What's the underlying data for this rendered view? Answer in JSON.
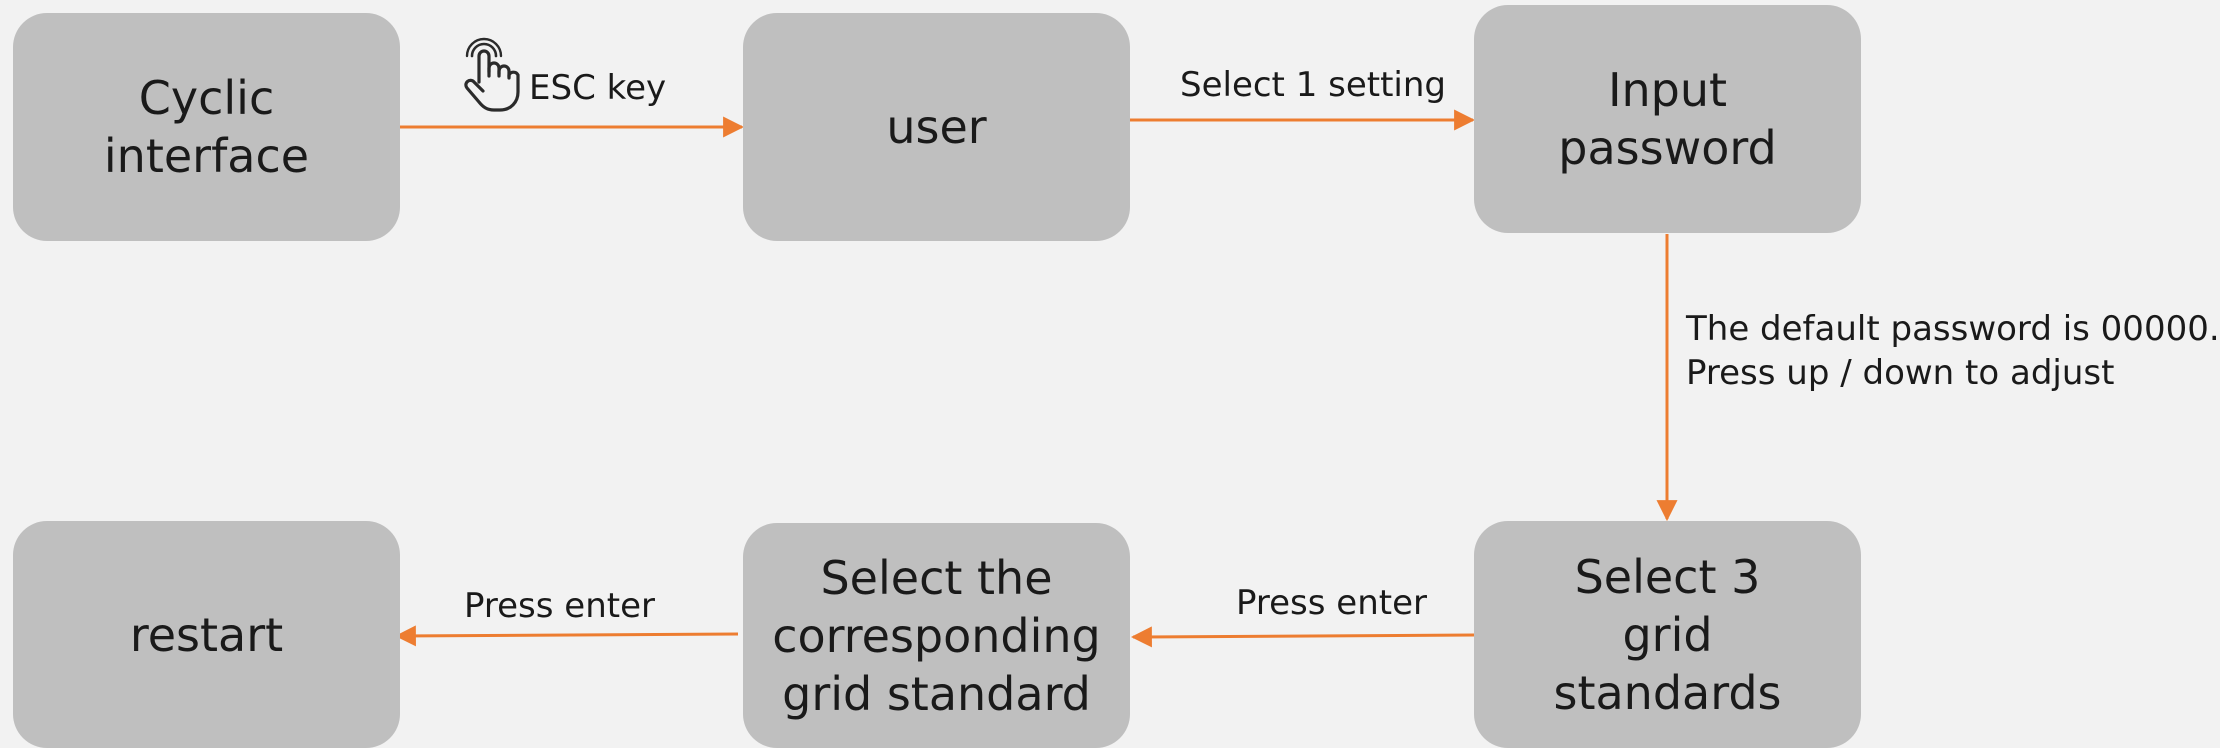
{
  "diagram": {
    "nodes": {
      "cyclic_interface": "Cyclic interface",
      "user": "user",
      "input_password": "Input password",
      "select_grid_standards": "Select 3 grid standards",
      "select_corresponding": "Select the corresponding grid standard",
      "restart": "restart"
    },
    "edges": {
      "esc_key": "ESC key",
      "select_setting": "Select 1 setting",
      "password_hint_line1": "The default password is 00000.",
      "password_hint_line2": "Press up / down to adjust",
      "press_enter_1": "Press enter",
      "press_enter_2": "Press enter"
    },
    "colors": {
      "arrow": "#ed7d31",
      "node_fill": "#bfbfbf",
      "background": "#f2f2f2"
    },
    "icons": {
      "hand": "hand-pointer-icon"
    }
  }
}
